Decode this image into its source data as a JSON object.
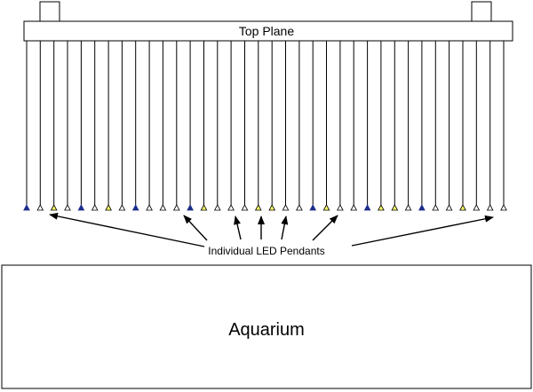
{
  "diagram": {
    "top_plane_label": "Top Plane",
    "pendants_label": "Individual LED Pendants",
    "aquarium_label": "Aquarium",
    "colors": {
      "stroke": "#000000",
      "background": "#ffffff",
      "led_blue": "#1f2e8c",
      "led_yellow": "#ffff66",
      "led_white": "#ffffff"
    },
    "pendant_colors": [
      "blue",
      "white",
      "yellow",
      "white",
      "blue",
      "white",
      "yellow",
      "white",
      "blue",
      "white",
      "white",
      "white",
      "blue",
      "yellow",
      "white",
      "white",
      "white",
      "yellow",
      "yellow",
      "white",
      "white",
      "blue",
      "yellow",
      "white",
      "white",
      "blue",
      "yellow",
      "yellow",
      "white",
      "blue",
      "white",
      "white",
      "yellow",
      "white",
      "white",
      "white"
    ]
  }
}
